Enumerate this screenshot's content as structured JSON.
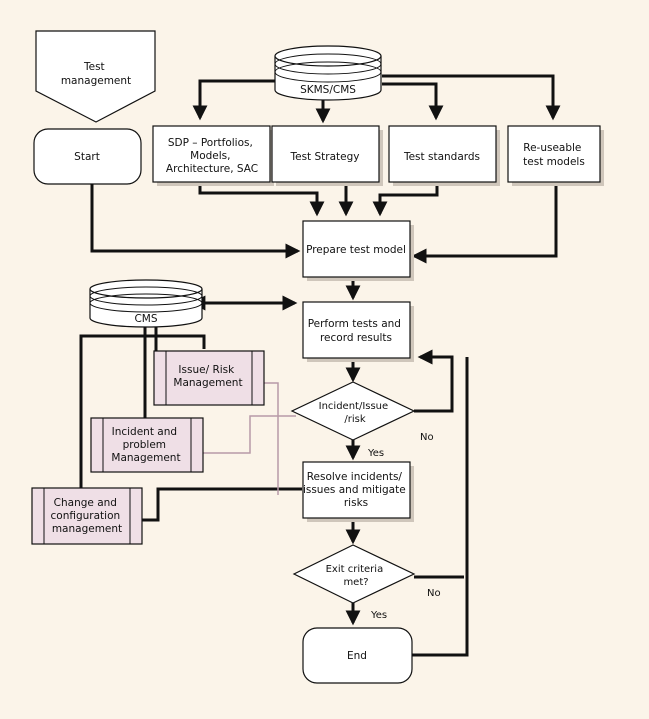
{
  "nodes": {
    "test_management": [
      "Test",
      "management"
    ],
    "start": "Start",
    "skms_cms": "SKMS/CMS",
    "sdp": [
      "SDP – Portfolios,",
      "Models,",
      "Architecture, SAC"
    ],
    "test_strategy": "Test Strategy",
    "test_standards": "Test standards",
    "reusable_models": [
      "Re-useable",
      "test models"
    ],
    "prepare_test_model": "Prepare test model",
    "cms": "CMS",
    "perform_tests": [
      "Perform tests and",
      "record results"
    ],
    "issue_risk": [
      "Issue/ Risk",
      "Management"
    ],
    "incident_decision": [
      "Incident/Issue",
      "/risk"
    ],
    "incident_problem": [
      "Incident and",
      "problem",
      "Management"
    ],
    "resolve": [
      "Resolve incidents/",
      "issues and mitigate",
      "risks"
    ],
    "change_config": [
      "Change and",
      "configuration",
      "management"
    ],
    "exit_criteria": [
      "Exit criteria",
      "met?"
    ],
    "end": "End"
  },
  "edge_labels": {
    "no_1": "No",
    "yes_1": "Yes",
    "no_2": "No",
    "yes_2": "Yes"
  },
  "colors": {
    "background": "#fbf4e9",
    "process_fill": "#ffffff",
    "subprocess_fill": "#efdfe6",
    "line": "#111111",
    "link_line": "#b89aa7"
  }
}
